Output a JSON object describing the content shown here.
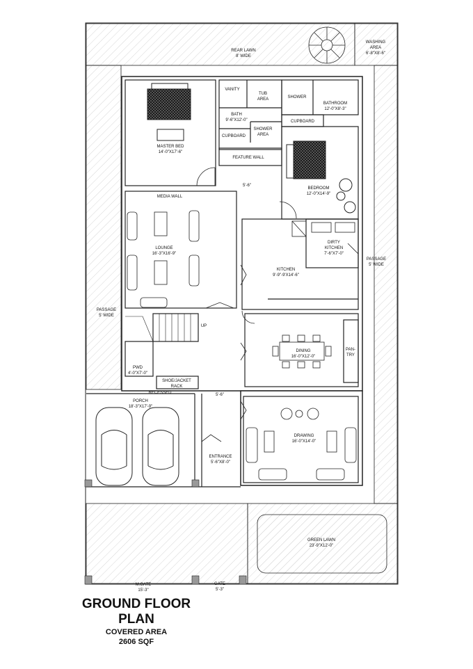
{
  "title": {
    "line1": "GROUND FLOOR",
    "line2": "PLAN",
    "covered_label": "COVERED AREA",
    "area": "2606 SQF"
  },
  "labels": {
    "rear_lawn": "REAR LAWN",
    "rear_lawn_dim": "8' WIDE",
    "washing_area": "WASHING",
    "washing_area2": "AREA",
    "washing_dim": "6'-8\"X8'-6\"",
    "vanity": "VANITY",
    "tub_area": "TUB",
    "tub_area2": "AREA",
    "bath": "BATH",
    "bath_dim": "9'-6\"X12'-0\"",
    "cupboard1": "CUPBOARD",
    "shower_area": "SHOWER",
    "shower_area2": "AREA",
    "shower": "SHOWER",
    "bathroom": "BATHROOM",
    "bathroom_dim": "12'-0\"X8'-3\"",
    "cupboard2": "CUPBOARD",
    "master_bed": "MASTER BED",
    "master_bed_dim": "14'-0\"X17'-6\"",
    "feature_wall": "FEATURE WALL",
    "bedroom": "BEDROOM",
    "bedroom_dim": "12'-0\"X14'-9\"",
    "media_wall": "MEDIA WALL",
    "corridor_dim": "5'-6\"",
    "lounge": "LOUNGE",
    "lounge_dim": "16'-3\"X16'-9\"",
    "dirty_kitchen": "DIRTY",
    "dirty_kitchen2": "KITCHEN",
    "dirty_kitchen_dim": "7'-6\"X7'-0\"",
    "kitchen": "KITCHEN",
    "kitchen_dim": "9'-9\"-9'X14'-6\"",
    "passage_right": "PASSAGE",
    "passage_right_dim": "5' WIDE",
    "passage_left": "PASSAGE",
    "passage_left_dim": "5' WIDE",
    "up": "UP",
    "dining": "DINING",
    "dining_dim": "16'-0\"X12'-0\"",
    "pantry": "PAN-",
    "pantry2": "TRY",
    "pwd": "PWD",
    "pwd_dim": "4'-0\"X7'-0\"",
    "shoe_rack": "SHOE/JACKET",
    "shoe_rack2": "RACK",
    "recessed": "RECESSED",
    "porch": "PORCH",
    "porch_dim": "18'-3\"X17'-9\"",
    "hall_dim": "5'-6\"",
    "drawing": "DRAWING",
    "drawing_dim": "16'-0\"X14'-0\"",
    "entrance": "ENTRANCE",
    "entrance_dim": "5'-6\"X8'-0\"",
    "green_lawn": "GREEN LAWN",
    "green_lawn_dim": "23'-9\"X12'-0\"",
    "m_gate": "M.GATE",
    "m_gate_dim": "15'-3\"",
    "gate": "GATE",
    "gate_dim": "5'-3\""
  },
  "colors": {
    "line": "#222222",
    "hatch": "#dddddd",
    "bed": "#1a1a1a"
  }
}
